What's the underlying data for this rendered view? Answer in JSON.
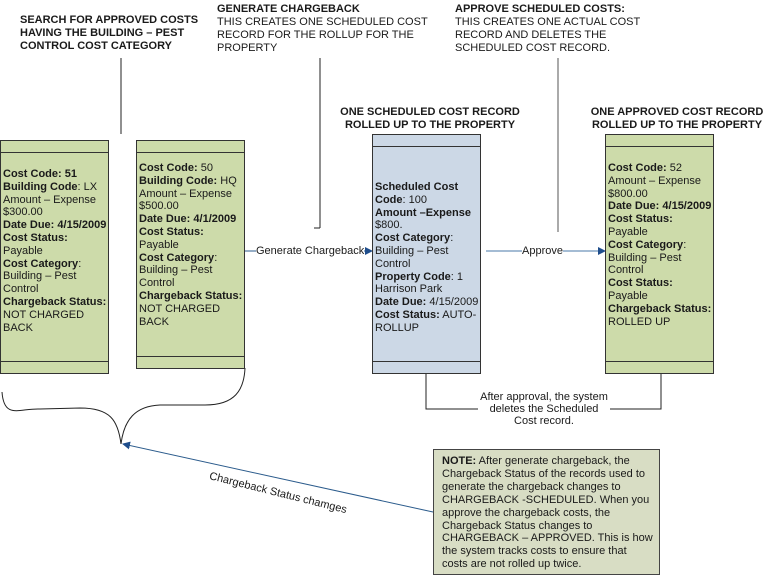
{
  "headings": {
    "search": [
      "SEARCH FOR APPROVED COSTS",
      "HAVING THE BUILDING – PEST",
      "CONTROL COST CATEGORY"
    ],
    "generate": {
      "title": "GENERATE CHARGEBACK",
      "lines": [
        "THIS CREATES ONE SCHEDULED COST",
        "RECORD FOR THE ROLLUP FOR THE",
        "PROPERTY"
      ]
    },
    "approve": {
      "title": "APPROVE SCHEDULED COSTS:",
      "lines": [
        "THIS CREATES ONE ACTUAL COST",
        "RECORD AND DELETES THE",
        "SCHEDULED COST RECORD."
      ]
    },
    "scheduled_caption": [
      "ONE SCHEDULED COST RECORD",
      "ROLLED UP TO THE PROPERTY"
    ],
    "approved_caption": [
      "ONE APPROVED COST RECORD",
      "ROLLED UP TO THE PROPERTY"
    ]
  },
  "records": {
    "cost51": [
      {
        "label": "Cost Code: 51",
        "value": ""
      },
      {
        "label": "Building Code",
        "value": ": LX"
      },
      {
        "label": "",
        "value": "Amount – Expense"
      },
      {
        "label": "",
        "value": "$300.00"
      },
      {
        "label": "Date Due: 4/15/2009",
        "value": ""
      },
      {
        "label": "Cost Status:",
        "value": ""
      },
      {
        "label": "",
        "value": "Payable"
      },
      {
        "label": "Cost Category",
        "value": ":"
      },
      {
        "label": "",
        "value": "Building – Pest"
      },
      {
        "label": "",
        "value": "Control"
      },
      {
        "label": "Chargeback Status:",
        "value": ""
      },
      {
        "label": "",
        "value": "NOT CHARGED"
      },
      {
        "label": "",
        "value": "BACK"
      }
    ],
    "cost50": [
      {
        "label": "Cost Code:",
        "value": " 50"
      },
      {
        "label": "Building Code:",
        "value": " HQ"
      },
      {
        "label": "",
        "value": "Amount – Expense"
      },
      {
        "label": "",
        "value": "$500.00"
      },
      {
        "label": "Date Due: 4/1/2009",
        "value": ""
      },
      {
        "label": "Cost Status:",
        "value": ""
      },
      {
        "label": "",
        "value": "Payable"
      },
      {
        "label": "Cost Category",
        "value": ":"
      },
      {
        "label": "",
        "value": "Building – Pest"
      },
      {
        "label": "",
        "value": "Control"
      },
      {
        "label": "Chargeback Status:",
        "value": ""
      },
      {
        "label": "",
        "value": "NOT CHARGED"
      },
      {
        "label": "",
        "value": "BACK"
      }
    ],
    "scheduled100": [
      {
        "label": "Scheduled Cost",
        "value": ""
      },
      {
        "label": "Code",
        "value": ": 100"
      },
      {
        "label": "Amount –Expense",
        "value": ""
      },
      {
        "label": "",
        "value": "$800."
      },
      {
        "label": "Cost Category",
        "value": ":"
      },
      {
        "label": "",
        "value": "Building – Pest"
      },
      {
        "label": "",
        "value": "Control"
      },
      {
        "label": "Property Code",
        "value": ": 1"
      },
      {
        "label": "",
        "value": "Harrison Park"
      },
      {
        "label": "Date Due:",
        "value": " 4/15/2009"
      },
      {
        "label": "Cost Status:",
        "value": " AUTO-"
      },
      {
        "label": "",
        "value": "ROLLUP"
      }
    ],
    "cost52": [
      {
        "label": "Cost Code:",
        "value": " 52"
      },
      {
        "label": "",
        "value": "Amount – Expense"
      },
      {
        "label": "",
        "value": "$800.00"
      },
      {
        "label": "Date Due: 4/15/2009",
        "value": ""
      },
      {
        "label": "Cost Status:",
        "value": ""
      },
      {
        "label": "",
        "value": "Payable"
      },
      {
        "label": "Cost Category",
        "value": ":"
      },
      {
        "label": "",
        "value": "Building – Pest"
      },
      {
        "label": "",
        "value": "Control"
      },
      {
        "label": "Cost Status:",
        "value": ""
      },
      {
        "label": "",
        "value": "Payable"
      },
      {
        "label": "Chargeback Status:",
        "value": ""
      },
      {
        "label": "",
        "value": "ROLLED UP"
      }
    ]
  },
  "connectors": {
    "generate_label": "Generate Chargeback",
    "approve_label": "Approve",
    "delete_note": [
      "After approval, the system",
      "deletes the Scheduled",
      "Cost record."
    ],
    "status_changes_label": "Chargeback Status chamges"
  },
  "note": {
    "prefix": "NOTE:",
    "text": " After generate chargeback, the Chargeback Status of the records used to generate the chargeback changes to CHARGEBACK -SCHEDULED. When you approve the chargeback costs, the Chargeback Status changes to CHARGEBACK – APPROVED.  This is how the  system tracks costs to  ensure that costs are not rolled up twice."
  },
  "colors": {
    "green_record": "#cddbaa",
    "blue_record": "#ccd8e6",
    "note_fill": "#d8ddc4",
    "arrow_blue": "#2b5b8c"
  }
}
